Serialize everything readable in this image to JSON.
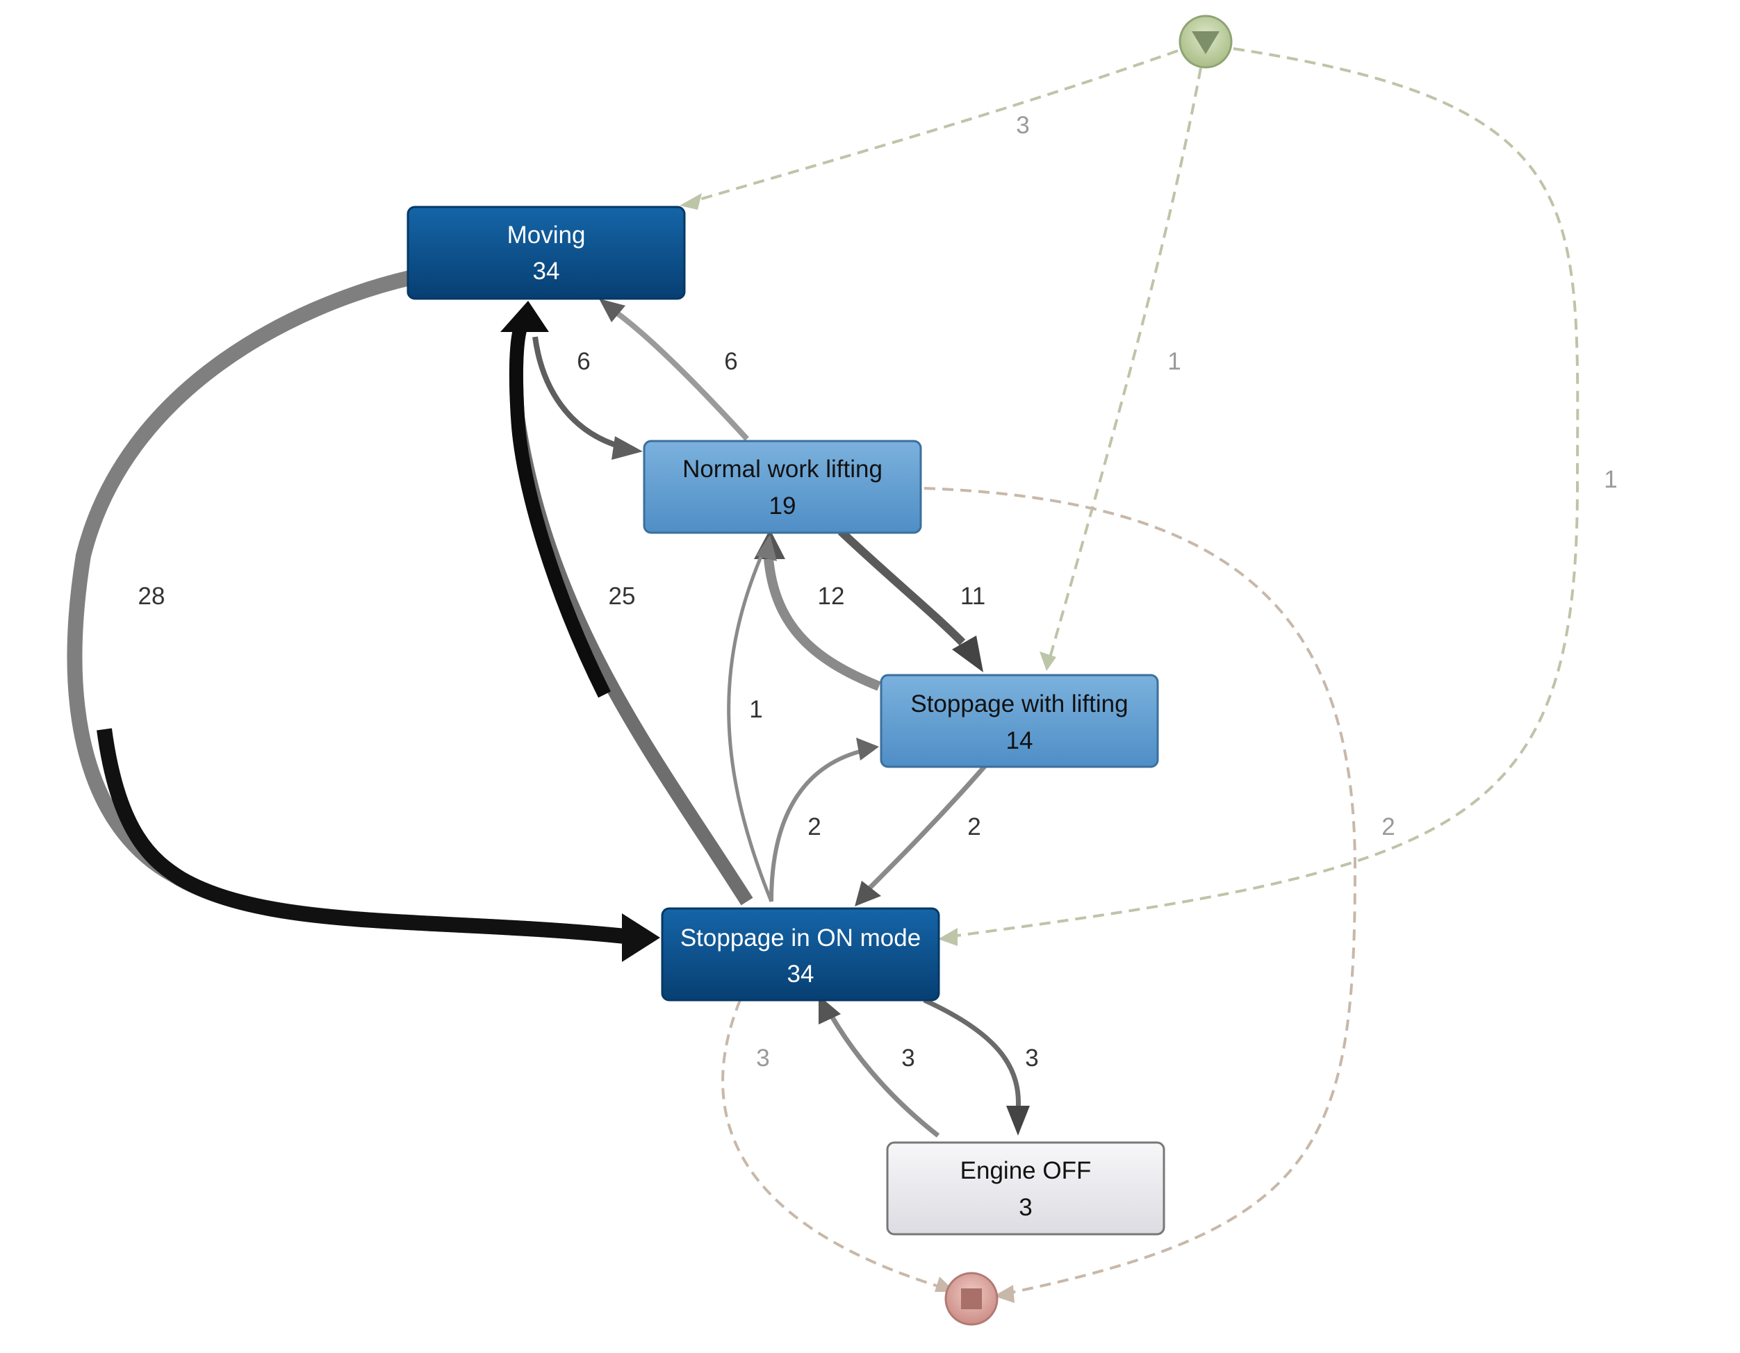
{
  "nodes": [
    {
      "id": "moving",
      "title": "Moving",
      "count": "34",
      "style": "dark"
    },
    {
      "id": "normal",
      "title": "Normal work lifting",
      "count": "19",
      "style": "light"
    },
    {
      "id": "stoplift",
      "title": "Stoppage with lifting",
      "count": "14",
      "style": "light"
    },
    {
      "id": "stopon",
      "title": "Stoppage in ON mode",
      "count": "34",
      "style": "dark"
    },
    {
      "id": "engine",
      "title": "Engine OFF",
      "count": "3",
      "style": "grey"
    }
  ],
  "start_icon": "start-triangle-icon",
  "end_icon": "end-square-icon",
  "edges": [
    {
      "id": "start-moving",
      "from": "start",
      "to": "moving",
      "label": "3",
      "dashed": true
    },
    {
      "id": "start-stoplift",
      "from": "start",
      "to": "stoplift",
      "label": "1",
      "dashed": true
    },
    {
      "id": "start-stopon",
      "from": "start",
      "to": "stopon",
      "label": "1",
      "dashed": true
    },
    {
      "id": "moving-stopon",
      "from": "moving",
      "to": "stopon",
      "label": "28"
    },
    {
      "id": "stopon-moving",
      "from": "stopon",
      "to": "moving",
      "label": "25"
    },
    {
      "id": "moving-normal",
      "from": "moving",
      "to": "normal",
      "label": "6"
    },
    {
      "id": "normal-moving",
      "from": "normal",
      "to": "moving",
      "label": "6"
    },
    {
      "id": "stoplift-normal",
      "from": "stoplift",
      "to": "normal",
      "label": "12"
    },
    {
      "id": "normal-stoplift",
      "from": "normal",
      "to": "stoplift",
      "label": "11"
    },
    {
      "id": "stopon-normal",
      "from": "stopon",
      "to": "normal",
      "label": "1"
    },
    {
      "id": "stopon-stoplift",
      "from": "stopon",
      "to": "stoplift",
      "label": "2"
    },
    {
      "id": "stoplift-stopon",
      "from": "stoplift",
      "to": "stopon",
      "label": "2"
    },
    {
      "id": "normal-end",
      "from": "normal",
      "to": "end",
      "label": "2",
      "dashed": true
    },
    {
      "id": "stopon-end",
      "from": "stopon",
      "to": "end",
      "label": "3",
      "dashed": true
    },
    {
      "id": "engine-stopon",
      "from": "engine",
      "to": "stopon",
      "label": "3"
    },
    {
      "id": "stopon-engine",
      "from": "stopon",
      "to": "engine",
      "label": "3"
    }
  ],
  "colors": {
    "dark_fill": "#0a4f8a",
    "dark_fill_top": "#1565a8",
    "dark_text": "#ffffff",
    "light_fill": "#5e9bcf",
    "light_fill_top": "#7bb1dd",
    "light_text": "#111111",
    "grey_fill": "#ebebef",
    "grey_text": "#111111",
    "start_fill": "#c6d4a8",
    "end_fill": "#e3b1ab",
    "dashed_start": "#bcc5a8",
    "dashed_end": "#c8b8aa"
  }
}
